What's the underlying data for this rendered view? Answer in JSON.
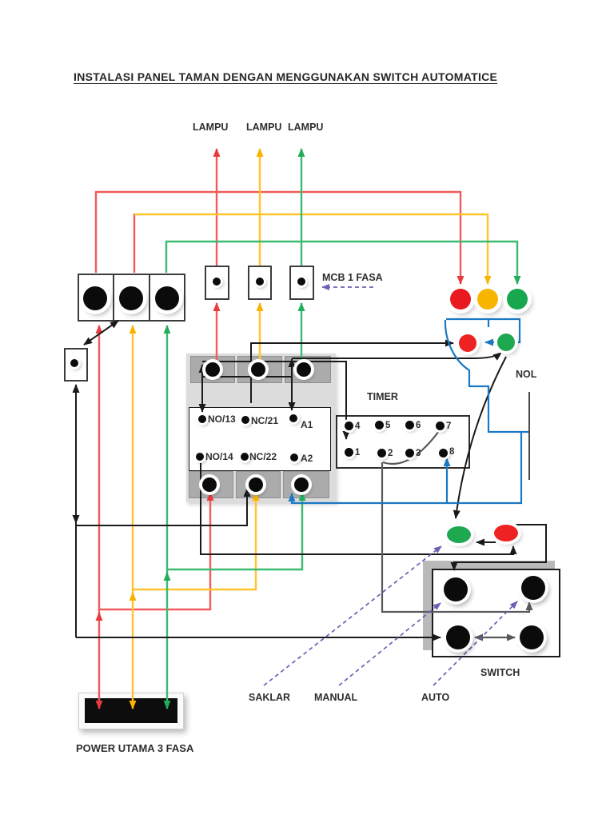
{
  "page": {
    "title": "INSTALASI PANEL TAMAN DENGAN MENGGUNAKAN SWITCH AUTOMATICE"
  },
  "labels": {
    "lampu": [
      "LAMPU",
      "LAMPU",
      "LAMPU"
    ],
    "mcb1fasa": "MCB 1 FASA",
    "timer": "TIMER",
    "nol": "NOL",
    "switch": "SWITCH",
    "saklar": "SAKLAR",
    "manual": "MANUAL",
    "auto": "AUTO",
    "power": "POWER UTAMA 3 FASA"
  },
  "contactor": {
    "row1": [
      "NO/13",
      "NC/21",
      "A1"
    ],
    "row2": [
      "NO/14",
      "NC/22",
      "A2"
    ]
  },
  "timer_terminals": {
    "top": [
      "4",
      "5",
      "6",
      "7"
    ],
    "bottom": [
      "1",
      "2",
      "3",
      "8"
    ]
  },
  "colors": {
    "phase_r_red": "#F15B5B",
    "phase_s_yellow": "#FFC42A",
    "phase_t_green": "#3BBA70",
    "lamp_red": "#E8191F",
    "lamp_yellow": "#F7B500",
    "lamp_green": "#17A74F",
    "button_red": "#EE2222",
    "button_green": "#1EA850",
    "control_blue": "#1B78C3",
    "pointer_purple": "#6F5FB5",
    "wire_black": "#1A1A1A",
    "wire_gray": "#58595B"
  }
}
